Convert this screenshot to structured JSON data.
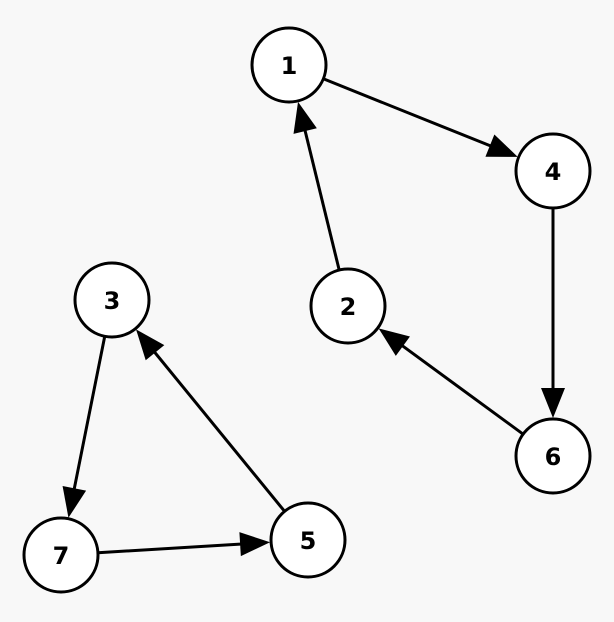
{
  "diagram": {
    "type": "directed-graph",
    "colors": {
      "background": "#f8f8f8",
      "node_fill": "#ffffff",
      "stroke": "#000000",
      "text": "#000000"
    },
    "nodes": [
      {
        "id": "1",
        "label": "1"
      },
      {
        "id": "2",
        "label": "2"
      },
      {
        "id": "3",
        "label": "3"
      },
      {
        "id": "4",
        "label": "4"
      },
      {
        "id": "5",
        "label": "5"
      },
      {
        "id": "6",
        "label": "6"
      },
      {
        "id": "7",
        "label": "7"
      }
    ],
    "edges": [
      {
        "from": "1",
        "to": "4"
      },
      {
        "from": "4",
        "to": "6"
      },
      {
        "from": "6",
        "to": "2"
      },
      {
        "from": "2",
        "to": "1"
      },
      {
        "from": "3",
        "to": "7"
      },
      {
        "from": "7",
        "to": "5"
      },
      {
        "from": "5",
        "to": "3"
      }
    ]
  }
}
